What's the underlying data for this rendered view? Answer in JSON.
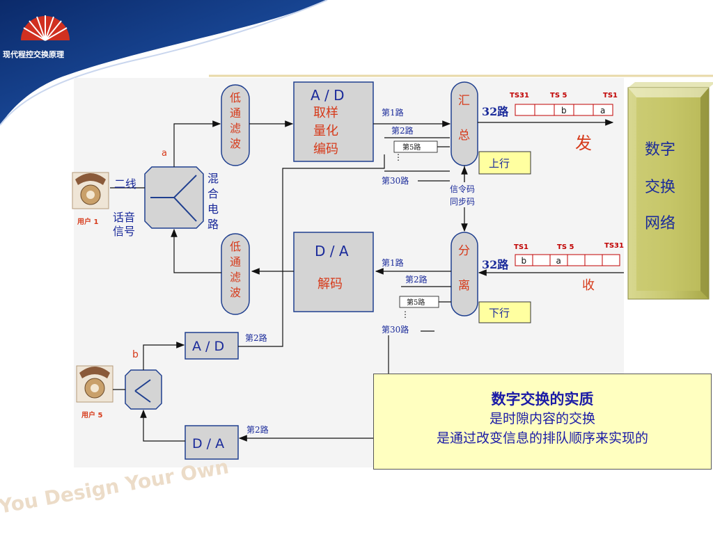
{
  "header": {
    "course_title": "现代程控交换原理",
    "watermark": "You Design Your Own"
  },
  "diagram": {
    "user1": {
      "label": "用户 1",
      "port": "a",
      "two_wire": "二线",
      "voice_signal": [
        "话音",
        "信号"
      ],
      "hybrid": [
        "混",
        "合",
        "电",
        "路"
      ]
    },
    "user5": {
      "label": "用户 5",
      "port": "b"
    },
    "lpf_top": [
      "低",
      "通",
      "滤",
      "波"
    ],
    "lpf_bottom": [
      "低",
      "通",
      "滤",
      "波"
    ],
    "ad_top": {
      "title": "A / D",
      "lines": [
        "取样",
        "量化",
        "编码"
      ]
    },
    "da_top": {
      "title": "D / A",
      "lines": [
        "解码"
      ]
    },
    "ad_small": "A / D",
    "da_small": "D / A",
    "mux": [
      "汇",
      "总"
    ],
    "demux": [
      "分",
      "离"
    ],
    "uplink": "上行",
    "downlink": "下行",
    "signal_code": [
      "信令码",
      "同步码"
    ],
    "channels_up": [
      "第1路",
      "第2路",
      "第5路",
      "第30路"
    ],
    "channels_down": [
      "第1路",
      "第2路",
      "第5路",
      "第30路"
    ],
    "ch2_ad": "第2路",
    "ch2_da": "第2路",
    "send": {
      "lanes": "32路",
      "ts_labels": [
        "TS31",
        "TS 5",
        "TS1"
      ],
      "cells": [
        "",
        "",
        "b",
        "",
        "a"
      ],
      "direction": "发"
    },
    "recv": {
      "lanes": "32路",
      "ts_labels": [
        "TS1",
        "TS 5",
        "TS31"
      ],
      "cells": [
        "b",
        "",
        "a",
        "",
        "",
        ""
      ],
      "direction": "收"
    },
    "switch_network": [
      "数字",
      "交换",
      "网络"
    ]
  },
  "note": {
    "title": "数字交换的实质",
    "line1": "是时隙内容的交换",
    "line2": "是通过改变信息的排队顺序来实现的"
  },
  "colors": {
    "box_fill": "#d4d4d4",
    "box_stroke": "#1f3f8f",
    "red_text": "#d63a1a",
    "blue_text": "#1a2a9a",
    "note_bg": "#ffffc0",
    "panel": "#b8b858"
  }
}
